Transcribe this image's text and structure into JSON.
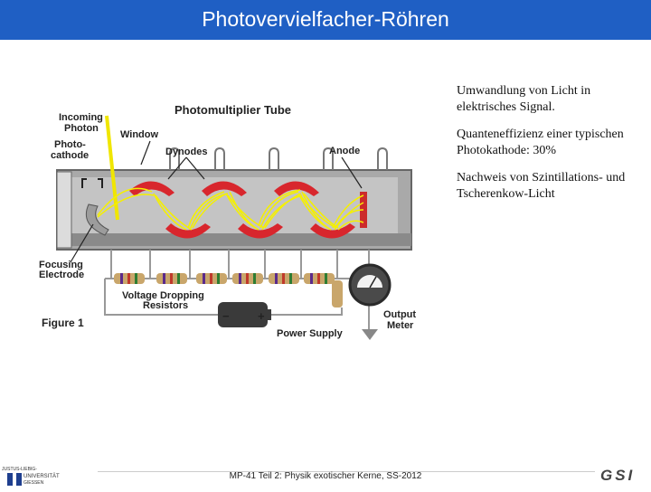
{
  "header": {
    "title": "Photovervielfacher-Röhren"
  },
  "bullets": [
    "Umwandlung von Licht in elektrisches Signal.",
    "Quanteneffizienz einer typischen Photokathode: 30%",
    "Nachweis von Szintillations- und Tscherenkow-Licht"
  ],
  "diagram": {
    "title": "Photomultiplier Tube",
    "labels": {
      "incoming_photon_1": "Incoming",
      "incoming_photon_2": "Photon",
      "window": "Window",
      "photocathode_1": "Photo-",
      "photocathode_2": "cathode",
      "dynodes": "Dynodes",
      "anode": "Anode",
      "focusing_1": "Focusing",
      "focusing_2": "Electrode",
      "resistors_1": "Voltage Dropping",
      "resistors_2": "Resistors",
      "figure": "Figure 1",
      "power_supply": "Power Supply",
      "minus": "−",
      "plus": "+",
      "meter_1": "Output",
      "meter_2": "Meter"
    },
    "colors": {
      "electron_paths": "#f5f000",
      "dynode": "#d8262d",
      "tube": "#9a9a9a"
    }
  },
  "footer": {
    "university_1": "JUSTUS-LIEBIG-",
    "university_2": "UNIVERSITÄT",
    "university_3": "GIESSEN",
    "course": "MP-41 Teil 2: Physik exotischer Kerne, SS-2012",
    "logo": "GSI"
  }
}
